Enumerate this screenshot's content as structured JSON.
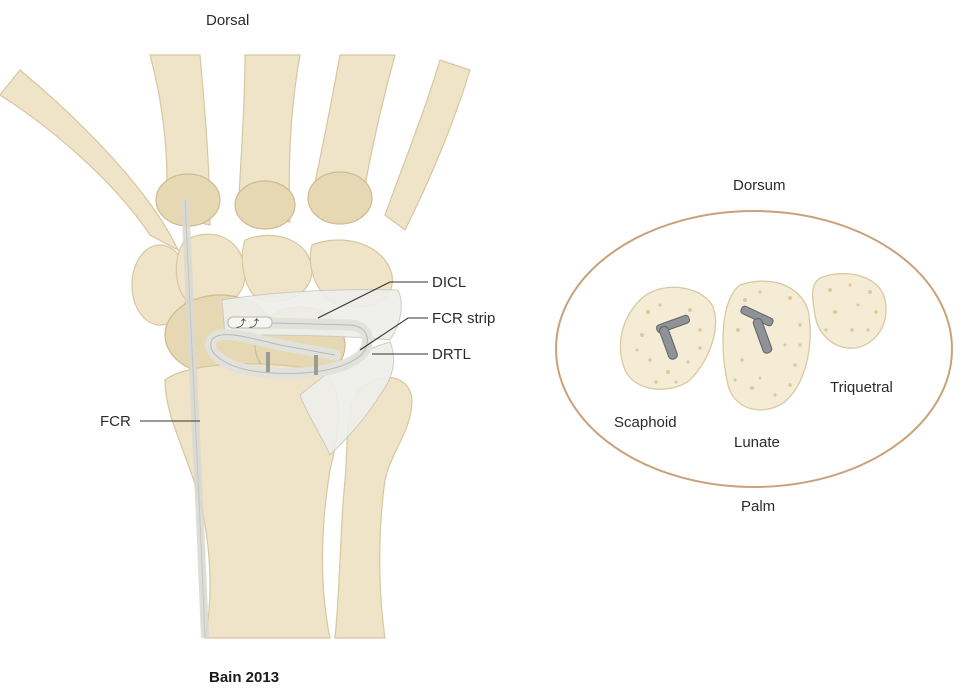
{
  "labels": {
    "dorsal": "Dorsal",
    "dicl": "DICL",
    "fcr_strip": "FCR strip",
    "drtl": "DRTL",
    "fcr": "FCR",
    "dorsum": "Dorsum",
    "scaphoid": "Scaphoid",
    "lunate": "Lunate",
    "triquetral": "Triquetral",
    "palm": "Palm"
  },
  "credit": "Bain 2013",
  "colors": {
    "bone": "#efe4c7",
    "ligament": "#eeeeea",
    "section_outline": "#c9a27a",
    "implant": "#8f9296"
  }
}
